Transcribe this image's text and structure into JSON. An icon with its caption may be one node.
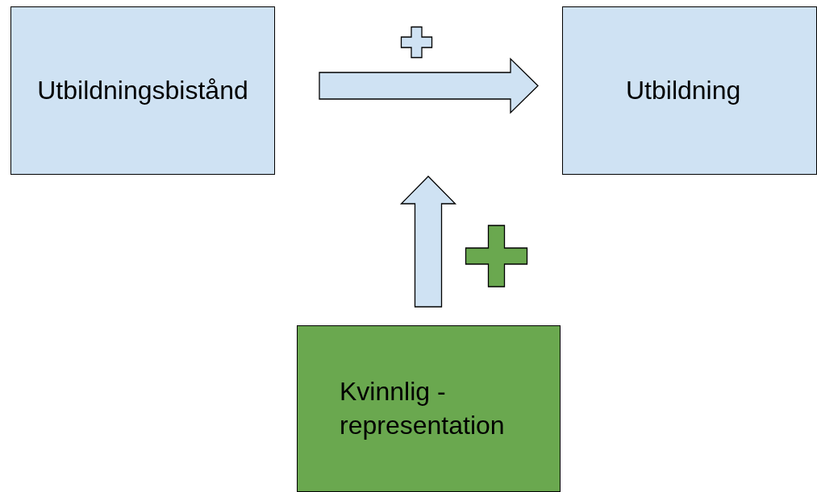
{
  "diagram": {
    "nodes": [
      {
        "text": [
          "Utbildningsbistånd"
        ]
      },
      {
        "text": [
          "Utbildning"
        ]
      },
      {
        "text": [
          "Kvinnlig - representation"
        ]
      }
    ],
    "edges": [
      {
        "from": 0,
        "to": 1,
        "arrow": "to"
      },
      {
        "from": 2,
        "to": null,
        "arrow": "to"
      }
    ]
  }
}
